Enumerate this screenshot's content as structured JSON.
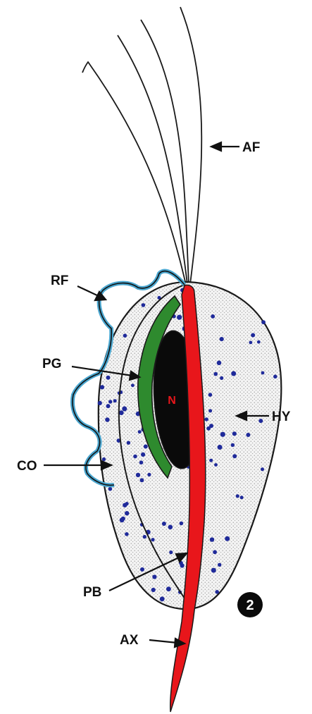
{
  "labels": {
    "af": "AF",
    "rf": "RF",
    "pg": "PG",
    "n": "N",
    "hy": "HY",
    "co": "CO",
    "pb": "PB",
    "ax": "AX"
  },
  "figure_number": "2",
  "colors": {
    "axostyle": "#e8161b",
    "parabasal": "#2e8a2e",
    "nucleus": "#0a0a0a",
    "nucleus_label": "#e8161b",
    "undulating_membrane": "#4aa6cf",
    "granules": "#1f2a9a",
    "cytoplasm": "#f1f1f1"
  }
}
